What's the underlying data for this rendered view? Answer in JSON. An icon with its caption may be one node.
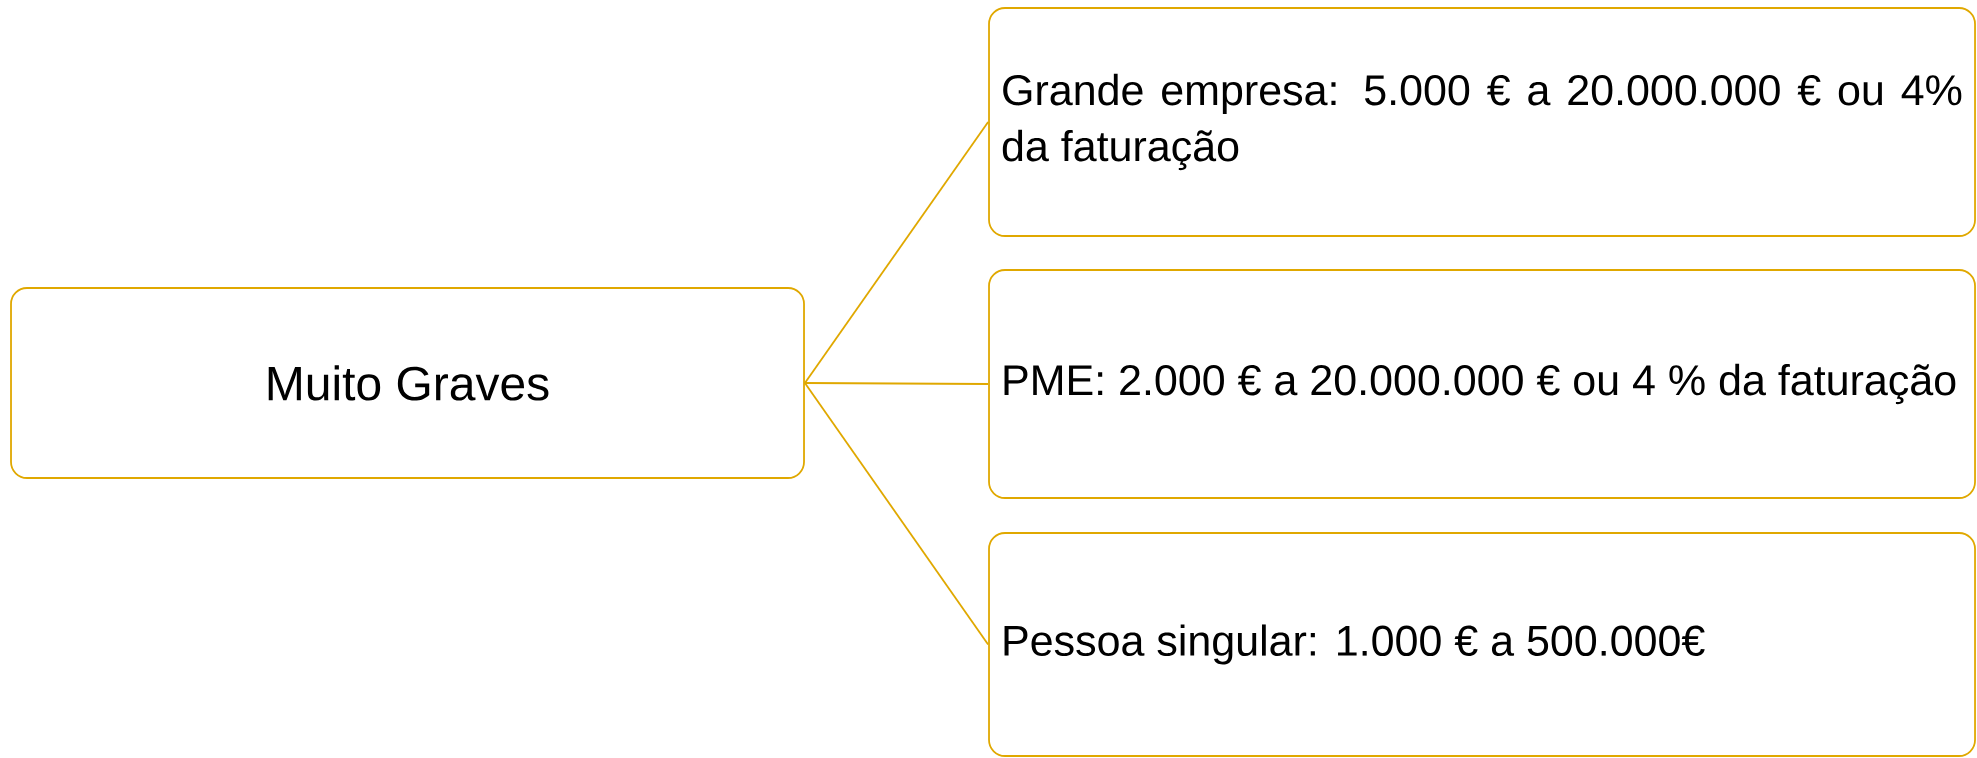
{
  "diagram": {
    "nodes": [
      {
        "text": [
          "Muito Graves"
        ]
      },
      {
        "text": [
          "Grande empresa: 5.000 € a 20.000.000 € ou 4% da faturação"
        ]
      },
      {
        "text": [
          "PME: 2.000 € a 20.000.000 € ou 4 % da faturação"
        ]
      },
      {
        "text": [
          "Pessoa singular: 1.000 € a 500.000€"
        ]
      }
    ],
    "edges": [
      {
        "from": 0,
        "to": 1,
        "arrow": "none"
      },
      {
        "from": 0,
        "to": 2,
        "arrow": "none"
      },
      {
        "from": 0,
        "to": 3,
        "arrow": "none"
      }
    ]
  }
}
